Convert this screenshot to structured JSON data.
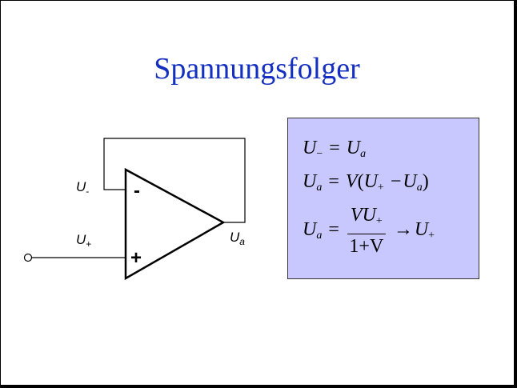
{
  "slide": {
    "title": "Spannungsfolger"
  },
  "circuit": {
    "label_minus_base": "U",
    "label_minus_sub": "-",
    "label_plus_base": "U",
    "label_plus_sub": "+",
    "label_out_base": "U",
    "label_out_sub": "a",
    "sign_minus": "-",
    "sign_plus": "+"
  },
  "formulas": {
    "eq1": {
      "lhs_base": "U",
      "lhs_sub": "−",
      "op": "=",
      "rhs_base": "U",
      "rhs_sub": "a"
    },
    "eq2": {
      "lhs_base": "U",
      "lhs_sub": "a",
      "op": "=",
      "gain": "V",
      "open": "(",
      "a_base": "U",
      "a_sub": "+",
      "minus": "−",
      "b_base": "U",
      "b_sub": "a",
      "close": ")"
    },
    "eq3": {
      "lhs_base": "U",
      "lhs_sub": "a",
      "op": "=",
      "num_a": "V",
      "num_b": "U",
      "num_sub": "+",
      "den": "1+V",
      "arrow": "→",
      "rhs_base": "U",
      "rhs_sub": "+"
    }
  },
  "colors": {
    "title": "#1530c0",
    "formula_box": "#c8c8ff"
  }
}
